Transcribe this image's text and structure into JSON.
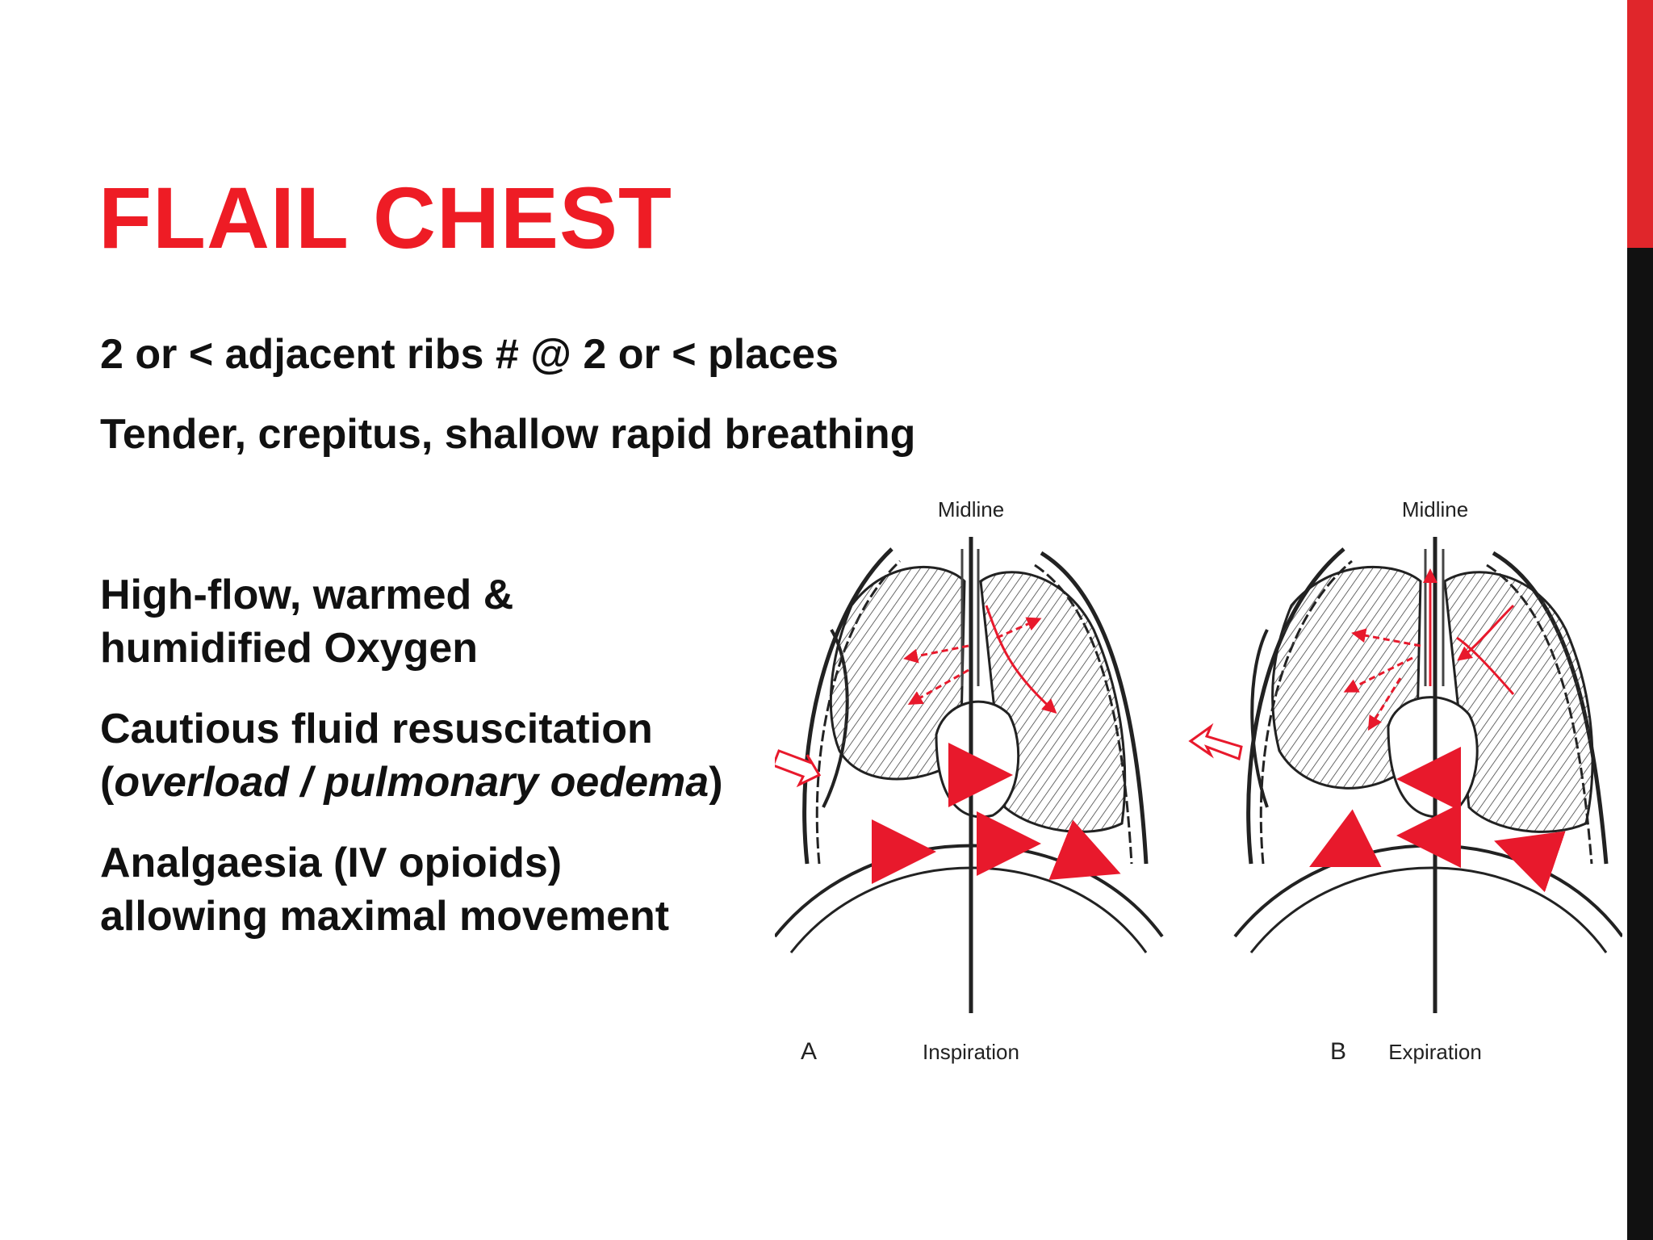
{
  "slide": {
    "title": "FLAIL CHEST",
    "accent_colors": {
      "red": "#e0262b",
      "black": "#111111",
      "title": "#ee1c25",
      "arrow": "#e8192c"
    },
    "bullets": {
      "b1": "2 or < adjacent ribs # @ 2 or < places",
      "b2": "Tender, crepitus, shallow rapid breathing",
      "b3_line1": "High-flow, warmed &",
      "b3_line2": "humidified Oxygen",
      "b4_line1": "Cautious fluid resuscitation",
      "b4_open": "(",
      "b4_italic": "overload / pulmonary oedema",
      "b4_close": ")",
      "b5_line1": "Analgaesia (IV opioids)",
      "b5_line2": "allowing maximal movement"
    }
  },
  "figure": {
    "left_panel": {
      "midline_label": "Midline",
      "letter": "A",
      "caption": "Inspiration"
    },
    "right_panel": {
      "midline_label": "Midline",
      "letter": "B",
      "caption": "Expiration"
    }
  }
}
